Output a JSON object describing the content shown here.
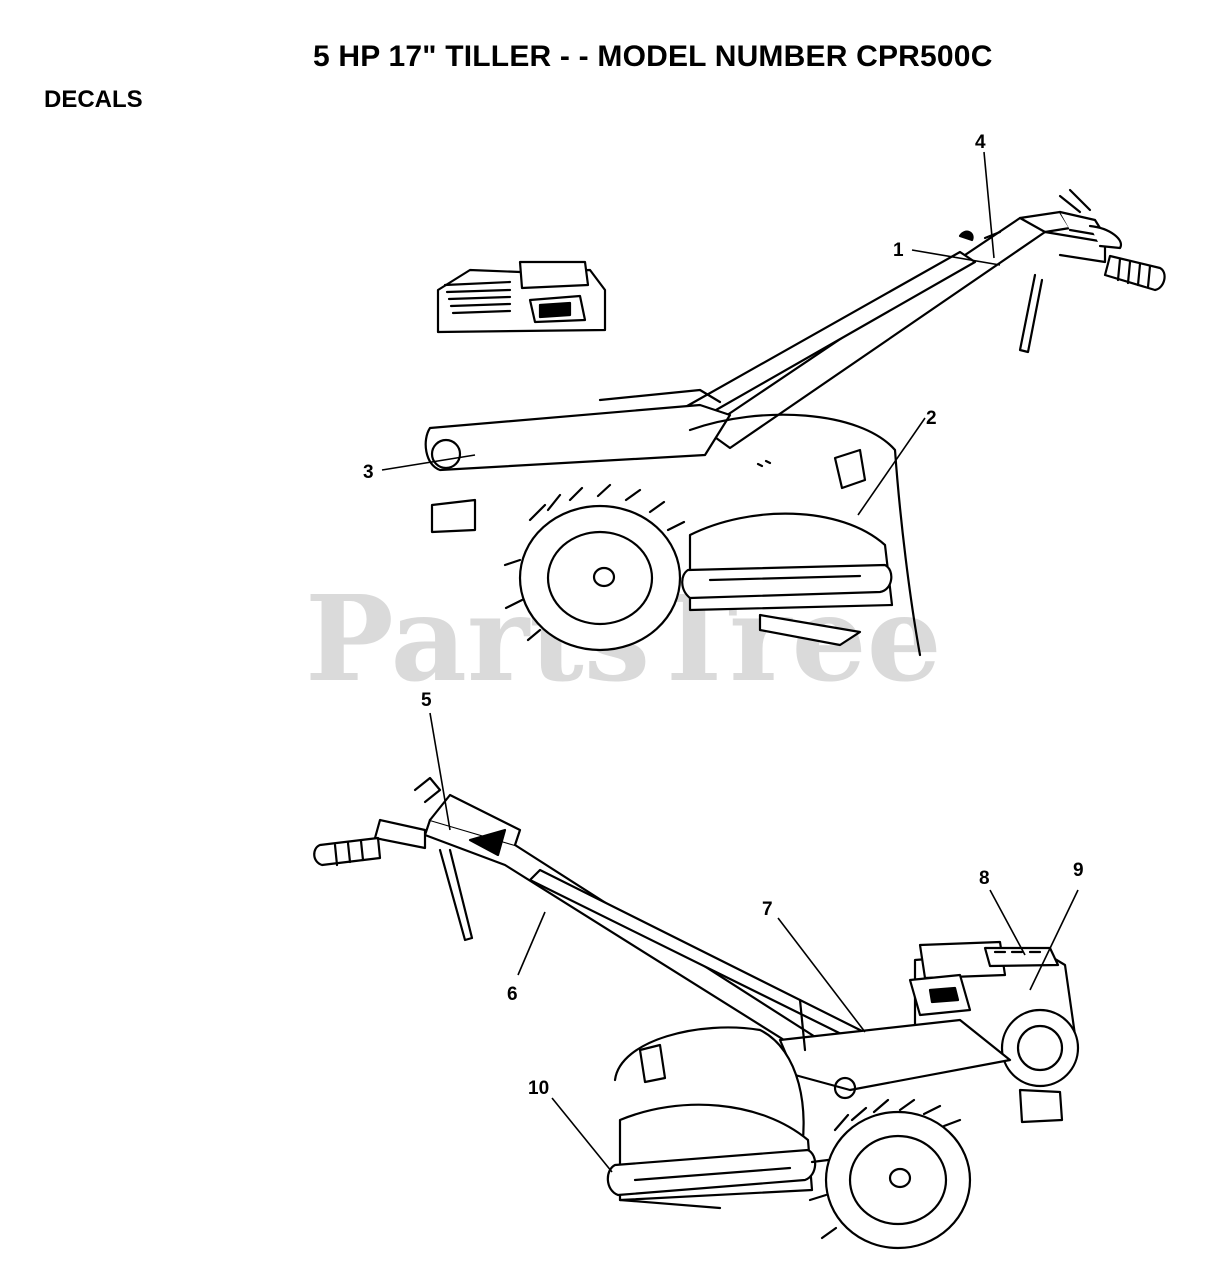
{
  "header": {
    "title": "5 HP 17\" TILLER - - MODEL NUMBER CPR500C",
    "section": "DECALS"
  },
  "watermark": {
    "text": "PartsTree",
    "color": "#bdbdbd"
  },
  "callouts": [
    {
      "id": "1",
      "label": "1"
    },
    {
      "id": "2",
      "label": "2"
    },
    {
      "id": "3",
      "label": "3"
    },
    {
      "id": "4",
      "label": "4"
    },
    {
      "id": "5",
      "label": "5"
    },
    {
      "id": "6",
      "label": "6"
    },
    {
      "id": "7",
      "label": "7"
    },
    {
      "id": "8",
      "label": "8"
    },
    {
      "id": "9",
      "label": "9"
    },
    {
      "id": "10",
      "label": "10"
    }
  ],
  "views": [
    {
      "name": "tiller-right-side-view"
    },
    {
      "name": "tiller-left-side-view"
    }
  ]
}
